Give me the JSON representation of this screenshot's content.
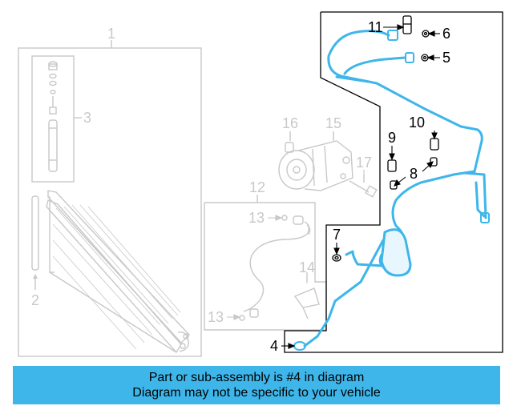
{
  "colors": {
    "highlight": "#3eb6ea",
    "faded": "#c8c8c8",
    "ink": "#000000",
    "banner_background": "#3eb6ea"
  },
  "callouts": {
    "c1": "1",
    "c2": "2",
    "c3": "3",
    "c4": "4",
    "c5": "5",
    "c6": "6",
    "c7": "7",
    "c8": "8",
    "c9": "9",
    "c10": "10",
    "c11": "11",
    "c12": "12",
    "c13a": "13",
    "c13b": "13",
    "c14": "14",
    "c15": "15",
    "c16": "16",
    "c17": "17"
  },
  "banner": {
    "line1": "Part or sub-assembly is #4 in diagram",
    "line2": "Diagram may not be specific to your vehicle"
  }
}
